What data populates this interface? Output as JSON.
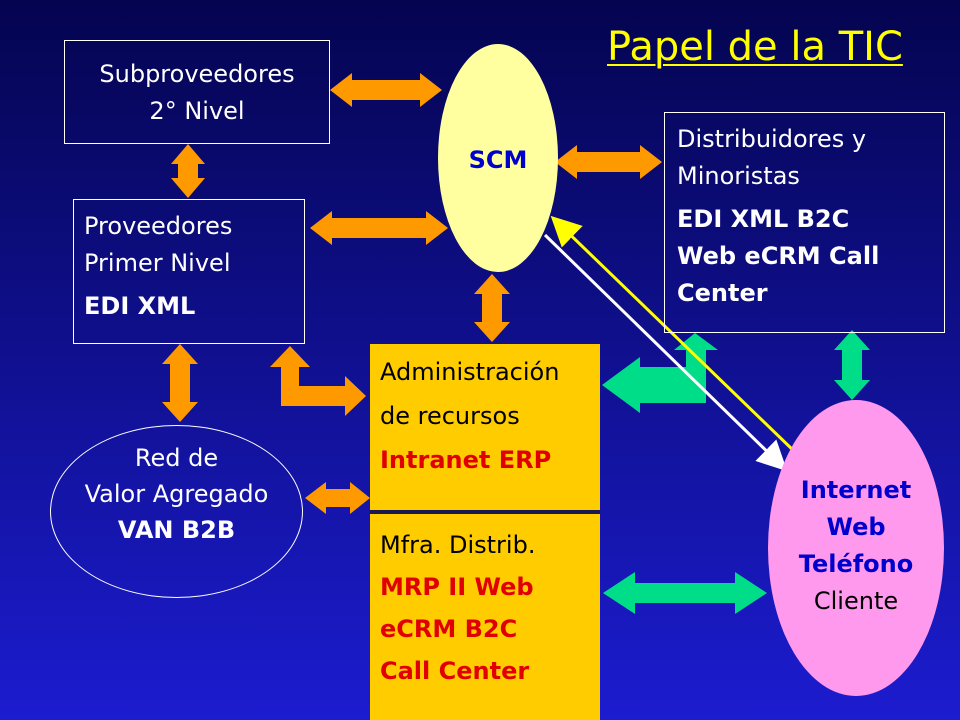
{
  "slide": {
    "title": "Papel de la TIC"
  },
  "nodes": {
    "subproveedores": {
      "line1": "Subproveedores",
      "line2": "2° Nivel"
    },
    "proveedores": {
      "line1": "Proveedores",
      "line2": "Primer Nivel",
      "tech": "EDI XML"
    },
    "scm": {
      "label": "SCM"
    },
    "distribuidores": {
      "line1": "Distribuidores y",
      "line2": "Minoristas",
      "tech1": "EDI XML B2C",
      "tech2": "Web eCRM Call",
      "tech3": "Center"
    },
    "administracion": {
      "line1": "Administración",
      "line2": "de recursos",
      "tech": "Intranet ERP"
    },
    "manufactura": {
      "line1": "Mfra. Distrib.",
      "tech1": "MRP II  Web",
      "tech2": "eCRM B2C",
      "tech3": "Call Center"
    },
    "van": {
      "line1": "Red de",
      "line2": "Valor Agregado",
      "tech": "VAN B2B"
    },
    "cliente": {
      "channel1": "Internet",
      "channel2": "Web",
      "channel3": "Teléfono",
      "label": "Cliente"
    }
  },
  "colors": {
    "background_top": "#040450",
    "background_bottom": "#1c1cd0",
    "title": "#ffff00",
    "scm_fill": "#ffffa0",
    "admin_fill": "#ffcc00",
    "cliente_fill": "#ff99ee",
    "arrow_orange": "#ff9900",
    "arrow_green": "#00dd88",
    "line_yellow": "#ffff00",
    "line_white": "#ffffff",
    "tech_text_red": "#e00000",
    "scm_text_blue": "#0000cc"
  }
}
